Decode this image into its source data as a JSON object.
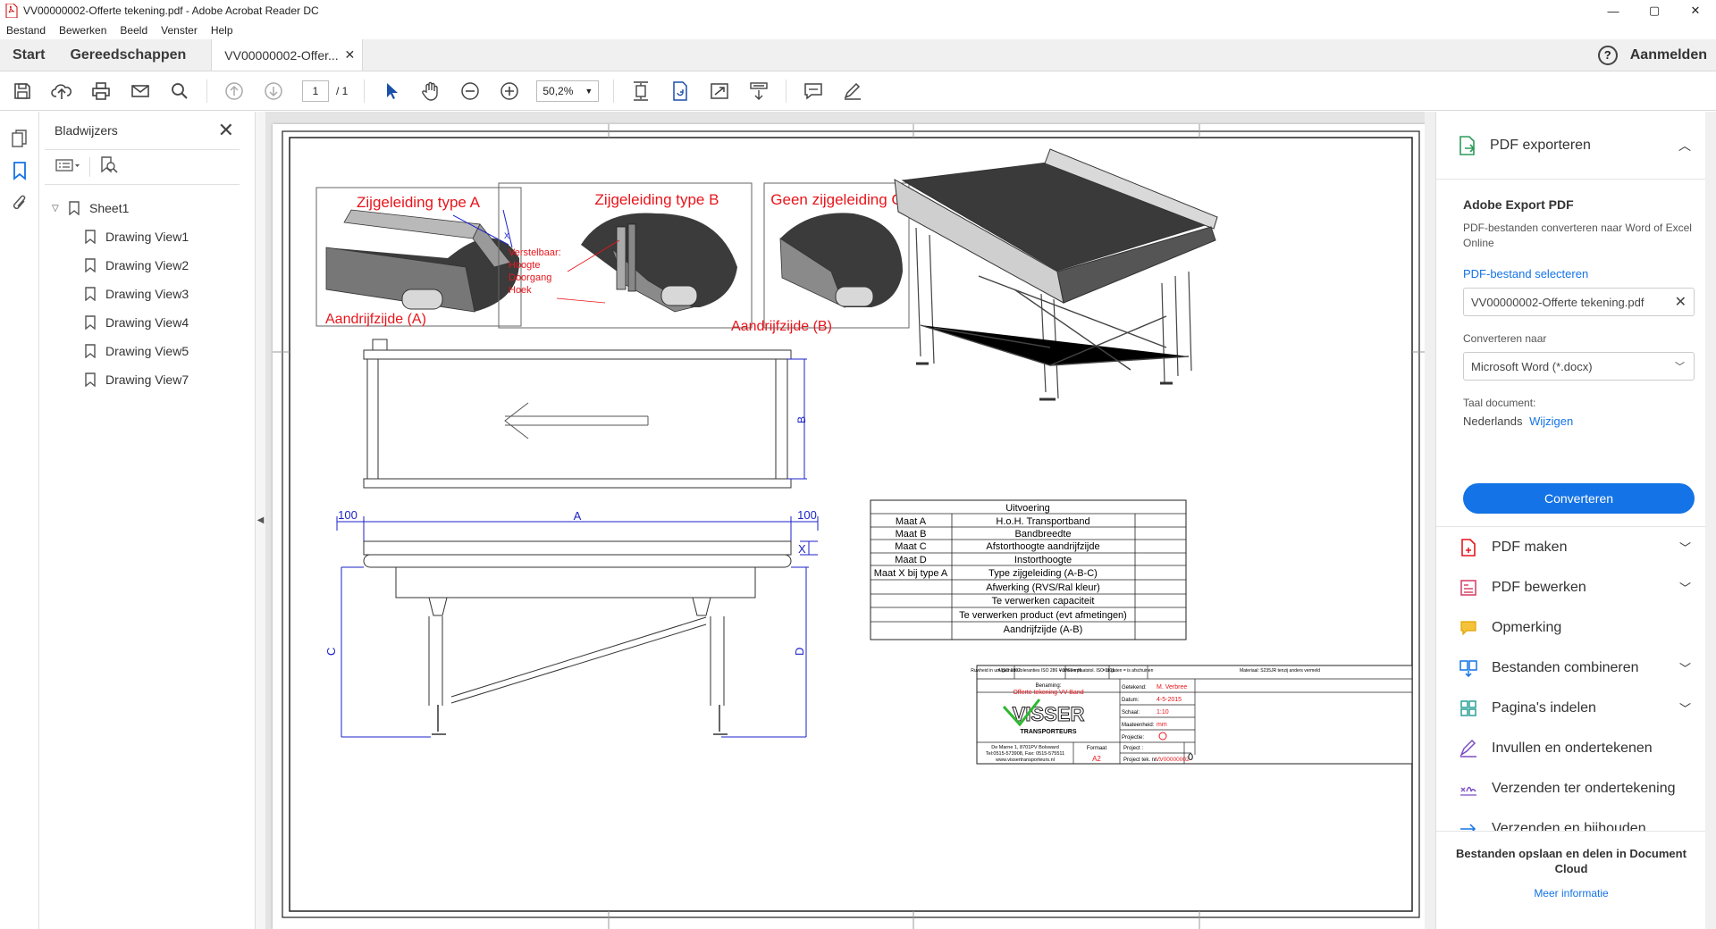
{
  "window": {
    "title": "VV00000002-Offerte tekening.pdf - Adobe Acrobat Reader DC",
    "controls": [
      "—",
      "▢",
      "✕"
    ]
  },
  "menu": [
    "Bestand",
    "Bewerken",
    "Beeld",
    "Venster",
    "Help"
  ],
  "tabs": {
    "start": "Start",
    "tools": "Gereedschappen",
    "document": "VV00000002-Offer...",
    "help": "?",
    "signin": "Aanmelden"
  },
  "toolbar": {
    "page_current": "1",
    "page_total": "/ 1",
    "zoom": "50,2%"
  },
  "bookmarks": {
    "title": "Bladwijzers",
    "root": "Sheet1",
    "items": [
      "Drawing View1",
      "Drawing View2",
      "Drawing View3",
      "Drawing View4",
      "Drawing View5",
      "Drawing View7"
    ]
  },
  "drawing": {
    "detail_a": "Zijgeleiding type A",
    "detail_b": "Zijgeleiding type B",
    "detail_c": "Geen zijgeleiding C",
    "verstel": [
      "Verstelbaar:",
      "Hoogte",
      "Doorgang",
      "Hoek"
    ],
    "x_label": "X",
    "drive_a": "Aandrijfzijde (A)",
    "drive_b": "Aandrijfzijde (B)",
    "dim_b": "B",
    "dim_100_left": "100",
    "dim_a": "A",
    "dim_100_right": "100",
    "dim_x": "X",
    "dim_c": "C",
    "dim_d": "D",
    "table_title": "Uitvoering",
    "table_rows": [
      [
        "Maat A",
        "H.o.H. Transportband"
      ],
      [
        "Maat B",
        "Bandbreedte"
      ],
      [
        "Maat C",
        "Afstorthoogte aandrijfzijde"
      ],
      [
        "Maat D",
        "Instorthoogte"
      ],
      [
        "Maat X bij type A",
        "Type zijgeleiding (A-B-C)"
      ],
      [
        "",
        "Afwerking (RVS/Ral kleur)"
      ],
      [
        "",
        "Te verwerken capaciteit"
      ],
      [
        "",
        "Te verwerken product (evt afmetingen)"
      ],
      [
        "",
        "Aandrijfzijde (A-B)"
      ]
    ],
    "titleblock": {
      "benaming_label": "Benaming:",
      "benaming": "Offerte tekening VV-Band",
      "getekend_label": "Getekend:",
      "getekend": "M. Verbree",
      "datum_label": "Datum:",
      "datum": "4-5-2015",
      "schaal_label": "Schaal:",
      "schaal": "1:10",
      "maat_label": "Maateenheid:",
      "maat": "mm",
      "projectie_label": "Projectie:",
      "logo": "VISSER",
      "logo_sub": "TRANSPORTEURS",
      "address1": "De Marne 1, 8701PV Bolsward",
      "address2": "Tel:0515-573908, Fax: 0515-575511",
      "address3": "www.vissertransporteurs.nl",
      "formaat_label": "Formaat",
      "formaat": "A2",
      "project_label": "Project :",
      "project_nr_label": "Project tek. nr. :",
      "project_nr": "VV00000002",
      "revision": "0",
      "h1": "Ruwheid in um ISO 1302",
      "h2": "Algemene toleranties ISO 286 + 2768-mH",
      "h3": "Vorm en plaatstol. ISO 1101",
      "h4": "= is gaten = is afschuinen",
      "h5": "Materiaal: S235JR tenzij anders vermeld"
    }
  },
  "rightpane": {
    "header": "PDF exporteren",
    "export_title": "Adobe Export PDF",
    "export_desc": "PDF-bestanden converteren naar Word of Excel Online",
    "select_link": "PDF-bestand selecteren",
    "file": "VV00000002-Offerte tekening.pdf",
    "convert_to_label": "Converteren naar",
    "convert_to": "Microsoft Word (*.docx)",
    "language_label": "Taal document:",
    "language": "Nederlands",
    "change": "Wijzigen",
    "convert_button": "Converteren",
    "tools": [
      "PDF maken",
      "PDF bewerken",
      "Opmerking",
      "Bestanden combineren",
      "Pagina's indelen",
      "Invullen en ondertekenen",
      "Verzenden ter ondertekening",
      "Verzenden en bijhouden"
    ],
    "footer_text": "Bestanden opslaan en delen in Document Cloud",
    "footer_link": "Meer informatie"
  },
  "colors": {
    "accent": "#1473e6",
    "drawing_red": "#e8151b",
    "drawing_blue": "#1b22c8"
  }
}
